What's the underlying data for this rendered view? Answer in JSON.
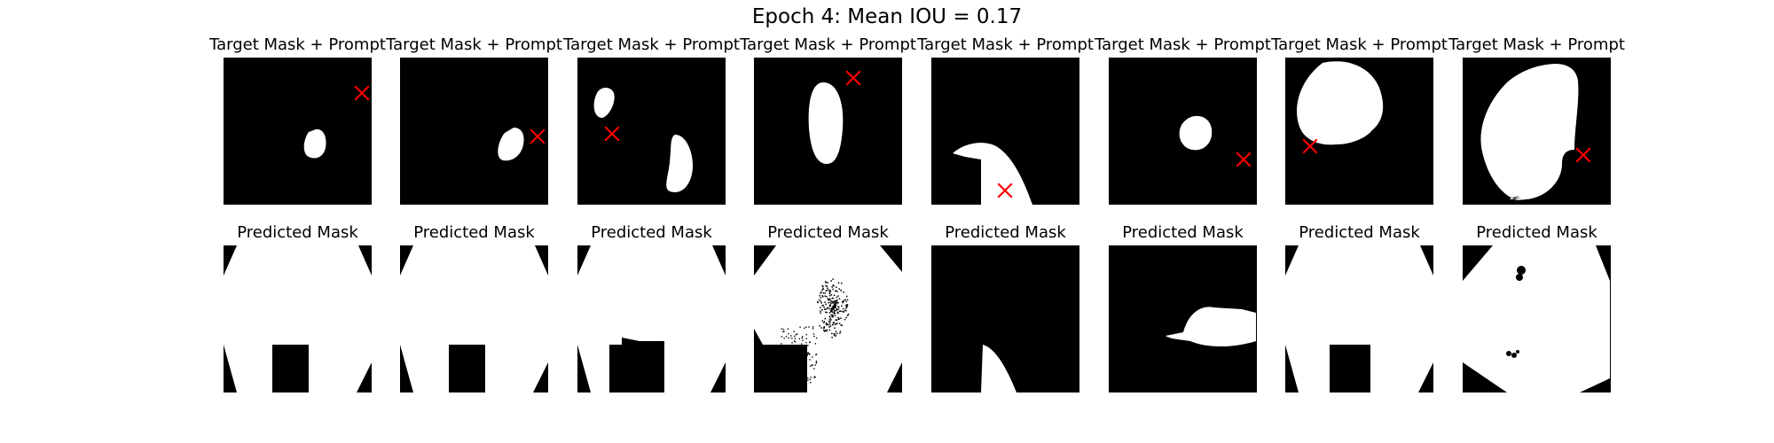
{
  "figure": {
    "title": "Epoch 4: Mean IOU = 0.17"
  },
  "rows": [
    {
      "label": "Target Mask + Prompt",
      "kind": "target"
    },
    {
      "label": "Predicted Mask",
      "kind": "prediction"
    }
  ],
  "columns": 8,
  "colors": {
    "background": "#000000",
    "mask": "#ffffff",
    "prompt_marker": "#ff0000",
    "page": "#ffffff"
  },
  "prompt_marker_icon": "x-mark"
}
